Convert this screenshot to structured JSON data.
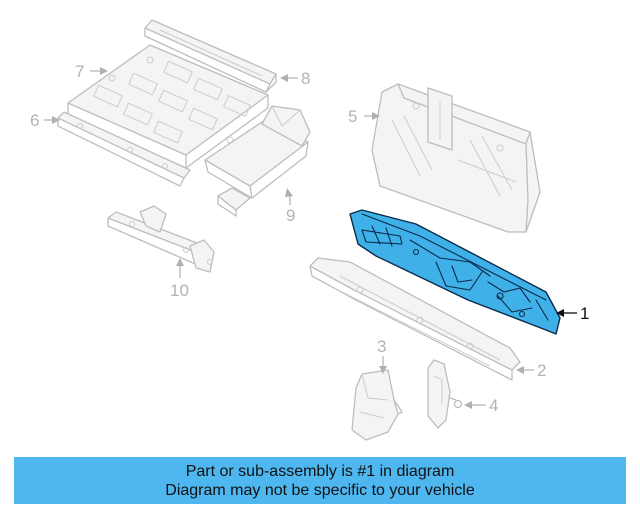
{
  "diagram": {
    "highlighted_part": "1",
    "highlight_color": "#40b0e8",
    "callouts": [
      {
        "id": "1",
        "label": "1"
      },
      {
        "id": "2",
        "label": "2"
      },
      {
        "id": "3",
        "label": "3"
      },
      {
        "id": "4",
        "label": "4"
      },
      {
        "id": "5",
        "label": "5"
      },
      {
        "id": "6",
        "label": "6"
      },
      {
        "id": "7",
        "label": "7"
      },
      {
        "id": "8",
        "label": "8"
      },
      {
        "id": "9",
        "label": "9"
      },
      {
        "id": "10",
        "label": "10"
      }
    ]
  },
  "banner": {
    "line1": "Part or sub-assembly is #1 in diagram",
    "line2": "Diagram may not be specific to your vehicle",
    "background": "#4fb7f0"
  }
}
